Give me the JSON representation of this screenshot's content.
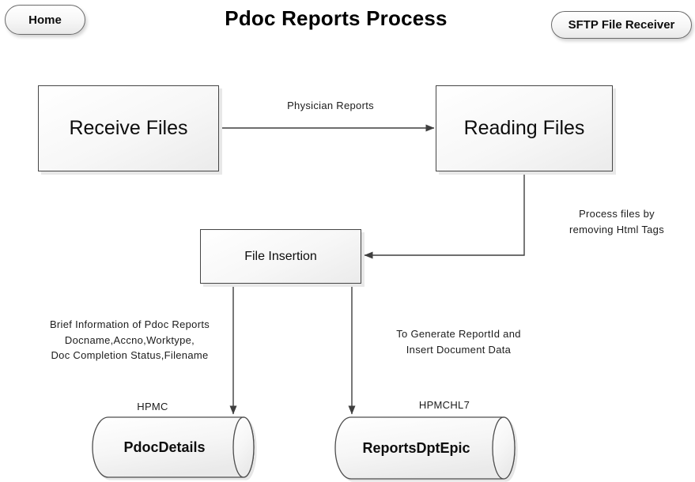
{
  "title": "Pdoc Reports Process",
  "buttons": {
    "home": "Home",
    "sftp": "SFTP File Receiver"
  },
  "nodes": {
    "receive_files": "Receive Files",
    "reading_files": "Reading Files",
    "file_insertion": "File Insertion",
    "pdoc_details": "PdocDetails",
    "reports_dpt_epic": "ReportsDptEpic"
  },
  "labels": {
    "physician_reports": {
      "lines": [
        "Physician Reports"
      ]
    },
    "process_files": {
      "lines": [
        "Process files by",
        "removing Html Tags"
      ]
    },
    "brief_info": {
      "lines": [
        "Brief Information of Pdoc Reports",
        "Docname,Accno,Worktype,",
        "Doc Completion Status,Filename"
      ]
    },
    "generate_report": {
      "lines": [
        "To Generate ReportId and",
        "Insert Document Data"
      ]
    },
    "hpmc": "HPMC",
    "hpmchl7": "HPMCHL7"
  }
}
